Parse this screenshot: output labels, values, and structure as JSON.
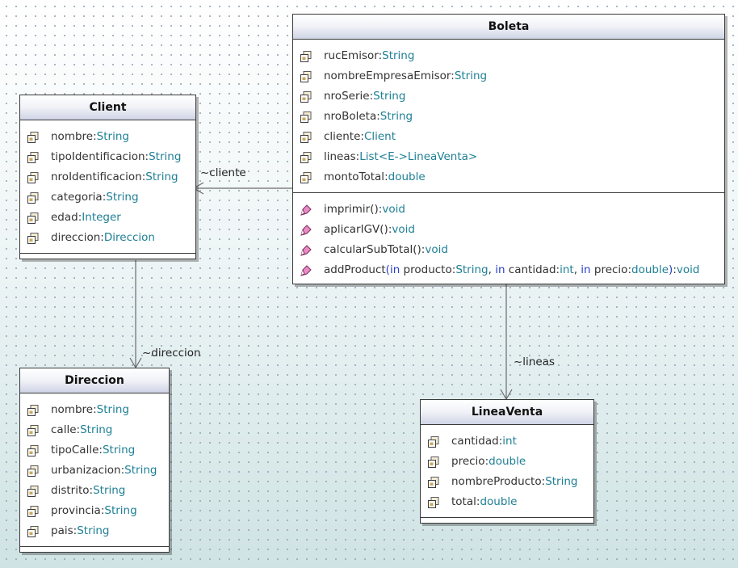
{
  "classes": {
    "boleta": {
      "name": "Boleta",
      "attributes": [
        {
          "name": "rucEmisor",
          "sep": ":",
          "type": "String"
        },
        {
          "name": "nombreEmpresaEmisor",
          "sep": ":",
          "type": "String"
        },
        {
          "name": "nroSerie",
          "sep": ":",
          "type": "String"
        },
        {
          "name": "nroBoleta",
          "sep": ":",
          "type": "String"
        },
        {
          "name": "cliente",
          "sep": ":",
          "type": "Client"
        },
        {
          "name": "lineas",
          "sep": ":",
          "type": "List",
          "generic_open": "<E->",
          "generic_type": "LineaVenta",
          "generic_close": ">"
        },
        {
          "name": "montoTotal",
          "sep": ":",
          "type": "double"
        }
      ],
      "operations": [
        {
          "name": "imprimir()",
          "sep": ":",
          "type": "void"
        },
        {
          "name": "aplicarIGV()",
          "sep": ":",
          "type": "void"
        },
        {
          "name": "calcularSubTotal()",
          "sep": ":",
          "type": "void"
        },
        {
          "name": "addProduct",
          "open": "(",
          "kw1": "in",
          "p1": " producto",
          "s1": ":",
          "t1": "String",
          "c1": ", ",
          "kw2": "in",
          "p2": " cantidad",
          "s2": ":",
          "t2": "int",
          "c2": ", ",
          "kw3": "in",
          "p3": " precio",
          "s3": ":",
          "t3": "double",
          "close": ")",
          "sep": ":",
          "type": "void"
        }
      ]
    },
    "client": {
      "name": "Client",
      "attributes": [
        {
          "name": "nombre",
          "sep": ":",
          "type": "String"
        },
        {
          "name": "tipoIdentificacion",
          "sep": ":",
          "type": "String"
        },
        {
          "name": "nroIdentificacion",
          "sep": ":",
          "type": "String"
        },
        {
          "name": "categoria",
          "sep": ":",
          "type": "String"
        },
        {
          "name": "edad",
          "sep": ":",
          "type": "Integer"
        },
        {
          "name": "direccion",
          "sep": ":",
          "type": "Direccion"
        }
      ]
    },
    "direccion": {
      "name": "Direccion",
      "attributes": [
        {
          "name": "nombre",
          "sep": ":",
          "type": "String"
        },
        {
          "name": "calle",
          "sep": ":",
          "type": "String"
        },
        {
          "name": "tipoCalle",
          "sep": ":",
          "type": "String"
        },
        {
          "name": "urbanizacion",
          "sep": ":",
          "type": "String"
        },
        {
          "name": "distrito",
          "sep": ":",
          "type": "String"
        },
        {
          "name": "provincia",
          "sep": ":",
          "type": "String"
        },
        {
          "name": "pais",
          "sep": ":",
          "type": "String"
        }
      ]
    },
    "lineaventa": {
      "name": "LineaVenta",
      "attributes": [
        {
          "name": "cantidad",
          "sep": ":",
          "type": "int"
        },
        {
          "name": "precio",
          "sep": ":",
          "type": "double"
        },
        {
          "name": "nombreProducto",
          "sep": ":",
          "type": "String"
        },
        {
          "name": "total",
          "sep": ":",
          "type": "double"
        }
      ]
    }
  },
  "associations": {
    "cliente_label": "~cliente",
    "direccion_label": "~direccion",
    "lineas_label": "~lineas"
  },
  "colors": {
    "type_color": "#1e7f95",
    "keyword_color": "#2840c8",
    "attribute_icon": "#c9a85a",
    "operation_icon": "#d65fa6"
  },
  "icons": {
    "attribute": "attribute-icon",
    "operation": "operation-icon"
  }
}
